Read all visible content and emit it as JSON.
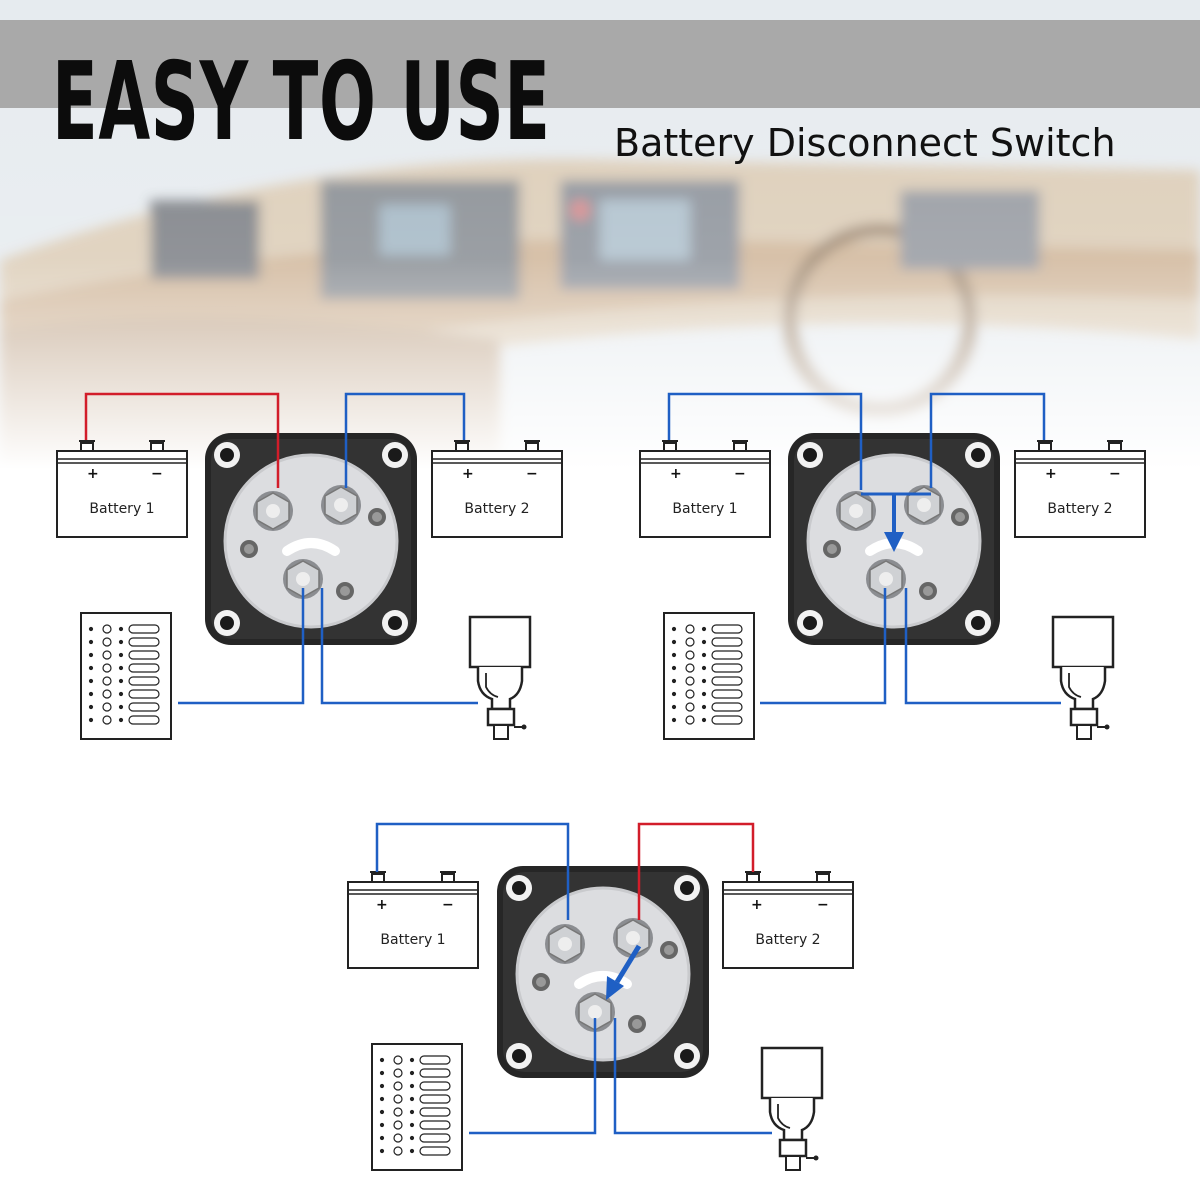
{
  "header": {
    "title": "EASY TO USE",
    "subtitle": "Battery Disconnect Switch"
  },
  "colors": {
    "positive_wire": "#d21d2a",
    "wire": "#1f5fc4",
    "switch_body": "#2a2a2a",
    "header_bar": "#a9a9a9"
  },
  "diagrams": [
    {
      "battery_left": "Battery 1",
      "battery_right": "Battery 2",
      "plus": "+",
      "minus": "−"
    },
    {
      "battery_left": "Battery 1",
      "battery_right": "Battery 2",
      "plus": "+",
      "minus": "−"
    },
    {
      "battery_left": "Battery 1",
      "battery_right": "Battery 2",
      "plus": "+",
      "minus": "−"
    }
  ],
  "icons": [
    "battery-icon",
    "disconnect-switch-icon",
    "fuse-panel-icon",
    "starter-motor-icon",
    "selector-arrow-icon"
  ]
}
